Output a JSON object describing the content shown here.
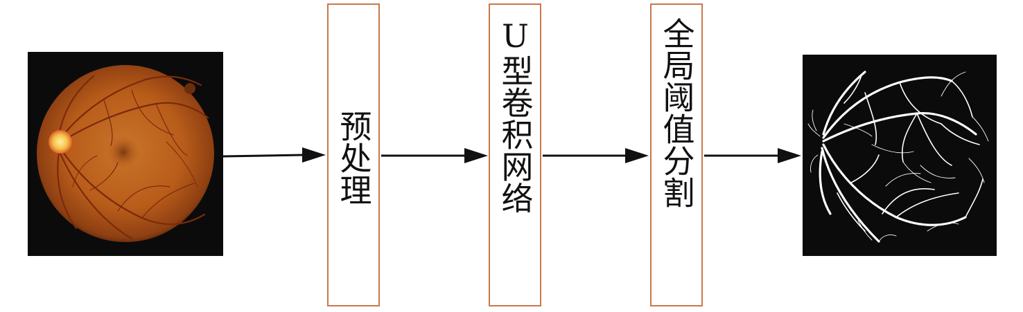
{
  "steps": {
    "preprocess": "预处理",
    "unet": "U型卷积网络",
    "threshold": "全局阈值分割"
  },
  "colors": {
    "box_border": "#c8784a",
    "arrow": "#111111",
    "panel_background": "#0b0b0b",
    "retina": "#c0661e",
    "vessels_mask": "#ffffff"
  },
  "images": {
    "input": "retinal-fundus-photo",
    "output": "vessel-segmentation-mask"
  }
}
